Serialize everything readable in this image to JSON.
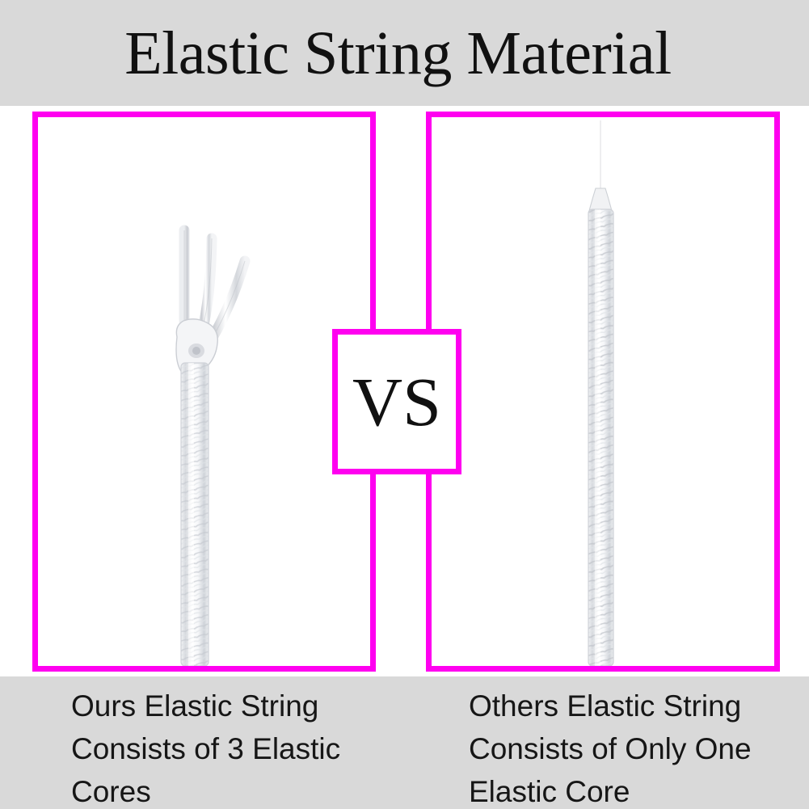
{
  "header": {
    "title": "Elastic String Material",
    "background_color": "#d9d9d9",
    "text_color": "#111111"
  },
  "accent": {
    "border_color": "#ff00f0",
    "panel_background": "#ffffff",
    "page_background": "#ffffff"
  },
  "comparison": {
    "vs_label": "VS",
    "left_panel": {
      "name": "ours-panel",
      "product_image_alt": "elastic-string-with-three-cores",
      "core_count": 3
    },
    "right_panel": {
      "name": "others-panel",
      "product_image_alt": "elastic-string-with-one-core",
      "core_count": 1
    }
  },
  "captions": {
    "left": "Ours Elastic String Consists of 3 Elastic Cores",
    "right": "Others Elastic String Consists of Only One Elastic Core",
    "background_color": "#d9d9d9",
    "text_color": "#161616"
  }
}
